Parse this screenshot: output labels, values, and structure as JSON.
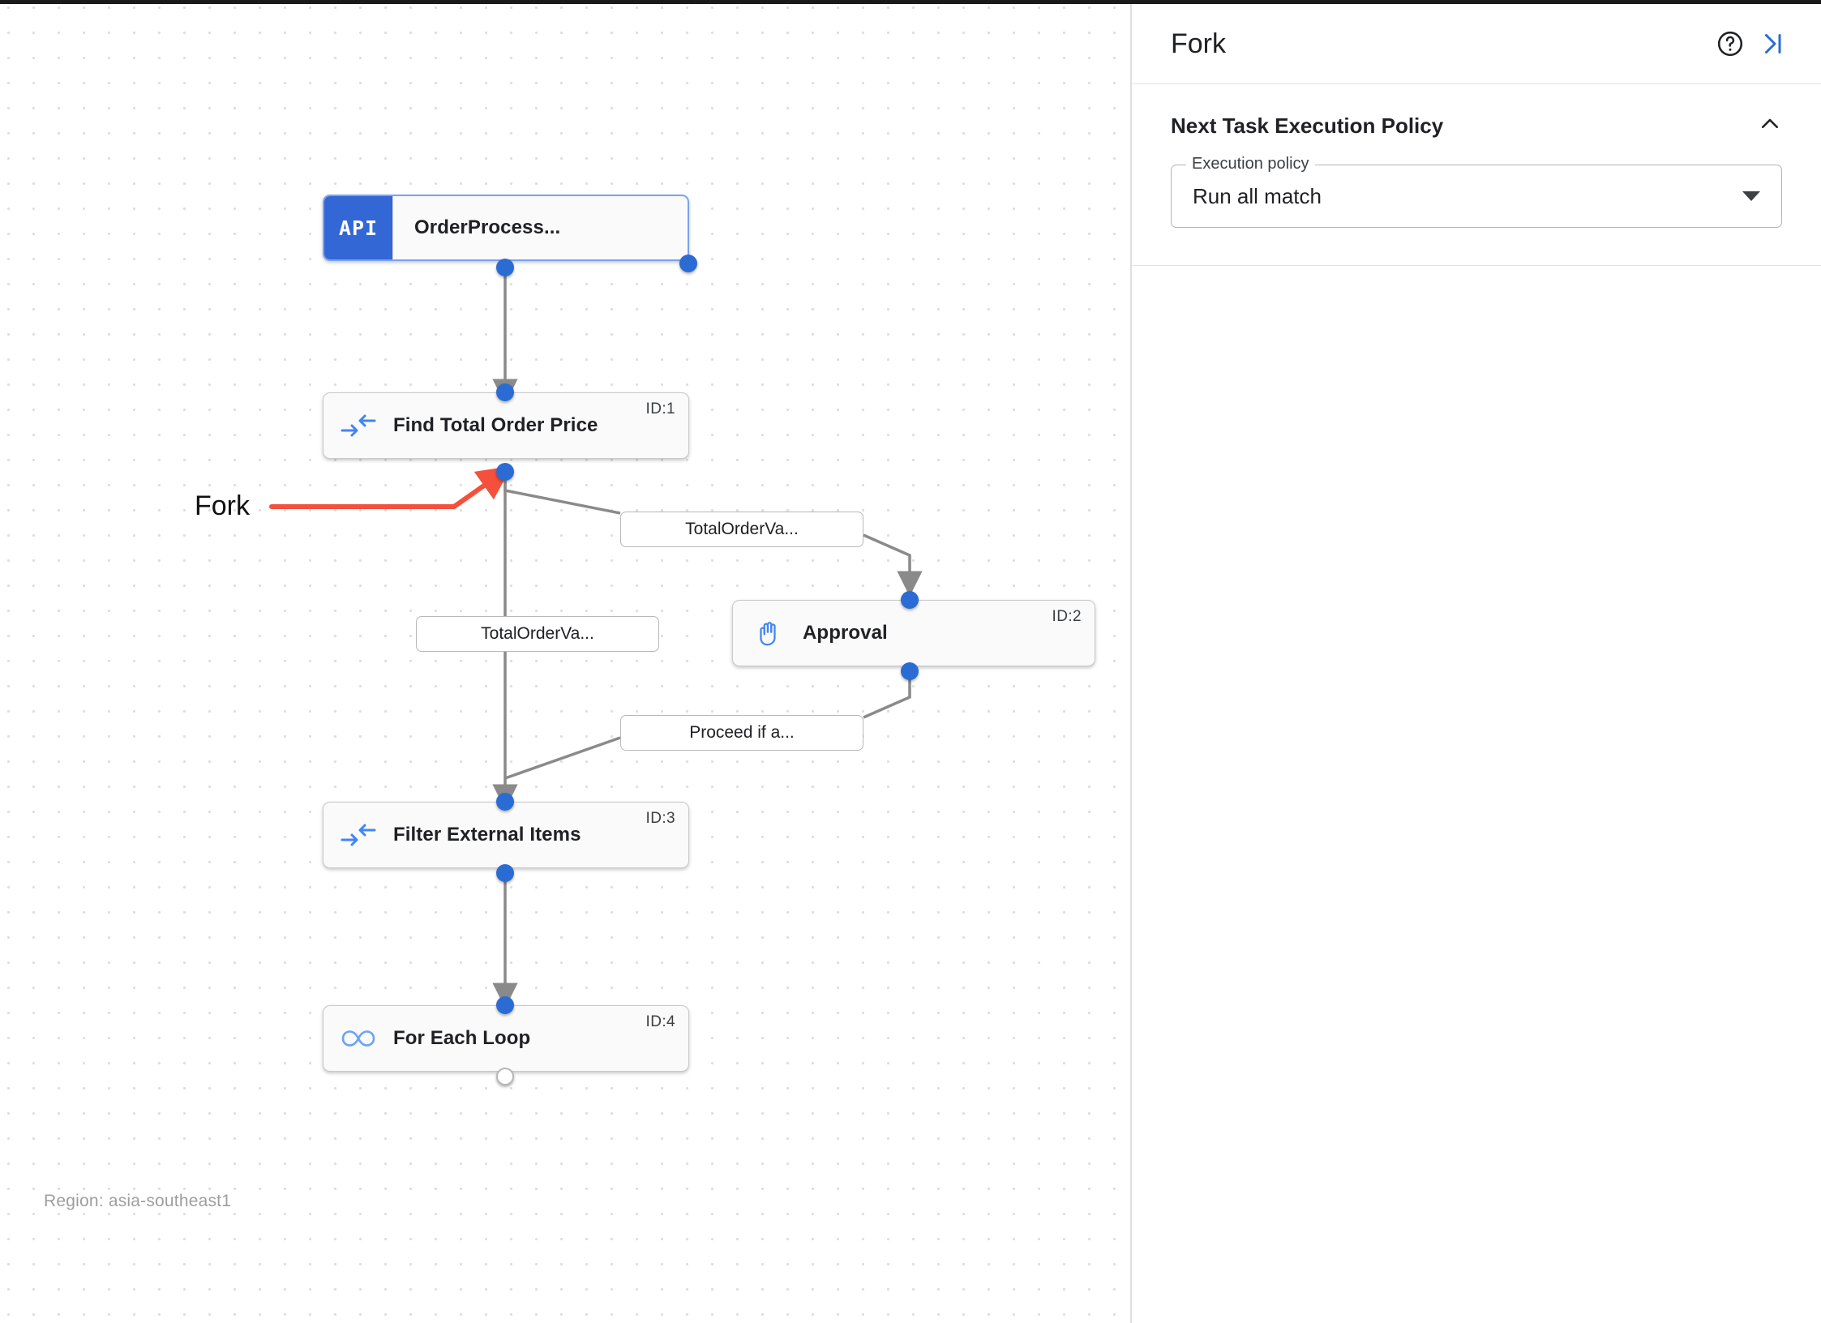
{
  "canvas": {
    "region_label": "Region: asia-southeast1",
    "annotation": {
      "label": "Fork",
      "color": "#f4503c"
    },
    "nodes": [
      {
        "key": "api",
        "title": "OrderProcess...",
        "icon": "api-icon",
        "icon_text": "API",
        "id_label": ""
      },
      {
        "key": "find",
        "title": "Find Total Order Price",
        "icon": "filter-icon",
        "id_label": "ID:1"
      },
      {
        "key": "approve",
        "title": "Approval",
        "icon": "hand-icon",
        "id_label": "ID:2"
      },
      {
        "key": "filter",
        "title": "Filter External Items",
        "icon": "filter-icon",
        "id_label": "ID:3"
      },
      {
        "key": "loop",
        "title": "For Each Loop",
        "icon": "infinity-icon",
        "id_label": "ID:4"
      }
    ],
    "edge_labels": [
      {
        "key": "e1",
        "text": "TotalOrderVa..."
      },
      {
        "key": "e2",
        "text": "TotalOrderVa..."
      },
      {
        "key": "e3",
        "text": "Proceed if a..."
      }
    ]
  },
  "panel": {
    "title": "Fork",
    "help_icon": "help-circle-icon",
    "collapse_icon": "collapse-panel-right-icon",
    "section": {
      "title": "Next Task Execution Policy",
      "collapse_icon": "chevron-up-icon",
      "field": {
        "legend": "Execution policy",
        "value": "Run all match",
        "caret_icon": "caret-down-icon"
      }
    }
  },
  "colors": {
    "accent_blue": "#2b6cd4",
    "api_blue": "#3367d6",
    "annotation_red": "#f4503c",
    "edge_gray": "#757575"
  }
}
